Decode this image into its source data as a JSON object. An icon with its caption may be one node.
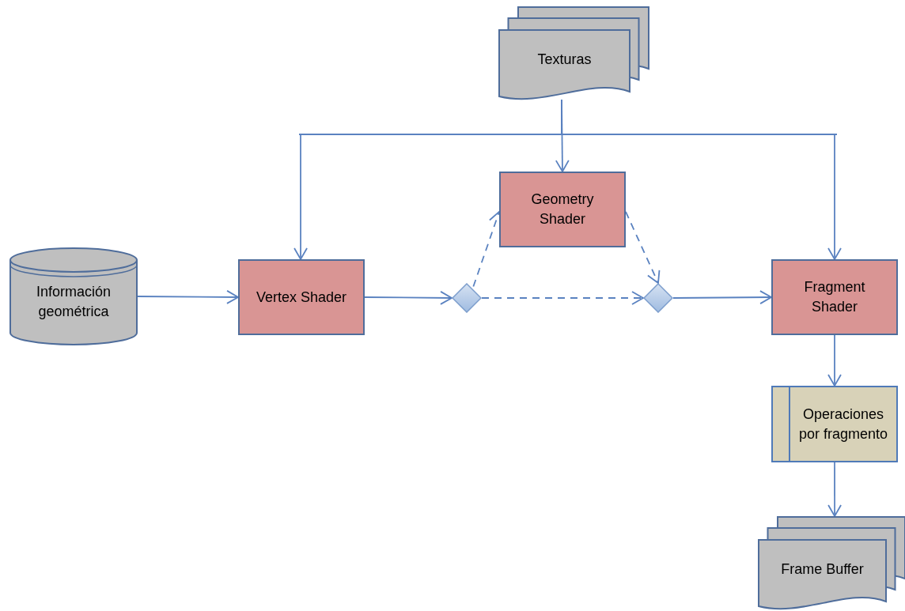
{
  "diagram": {
    "nodes": [
      {
        "text": [
          "Texturas"
        ]
      },
      {
        "text": [
          "Información geométrica"
        ]
      },
      {
        "text": [
          "Vertex Shader"
        ]
      },
      {
        "text": [
          "Geometry Shader"
        ]
      },
      {
        "text": [],
        "shape": "diamond"
      },
      {
        "text": [],
        "shape": "diamond"
      },
      {
        "text": [
          "Fragment Shader"
        ]
      },
      {
        "text": [
          "Operaciones por fragmento"
        ]
      },
      {
        "text": [
          "Frame Buffer"
        ]
      }
    ],
    "edges": [
      {
        "from": 1,
        "to": 2,
        "arrow": "to"
      },
      {
        "from": 2,
        "to": 4,
        "arrow": "to"
      },
      {
        "from": 4,
        "to": 3,
        "arrow": "to",
        "style": "dashed"
      },
      {
        "from": 3,
        "to": 5,
        "arrow": "to",
        "style": "dashed"
      },
      {
        "from": 4,
        "to": 5,
        "arrow": "to",
        "style": "dashed"
      },
      {
        "from": 5,
        "to": 6,
        "arrow": "to"
      },
      {
        "from": 0,
        "to": 3,
        "arrow": "to"
      },
      {
        "from": 0,
        "to": 2,
        "arrow": "to"
      },
      {
        "from": 0,
        "to": 6,
        "arrow": "to"
      },
      {
        "from": 6,
        "to": 7,
        "arrow": "to"
      },
      {
        "from": 7,
        "to": 8,
        "arrow": "to"
      }
    ]
  }
}
